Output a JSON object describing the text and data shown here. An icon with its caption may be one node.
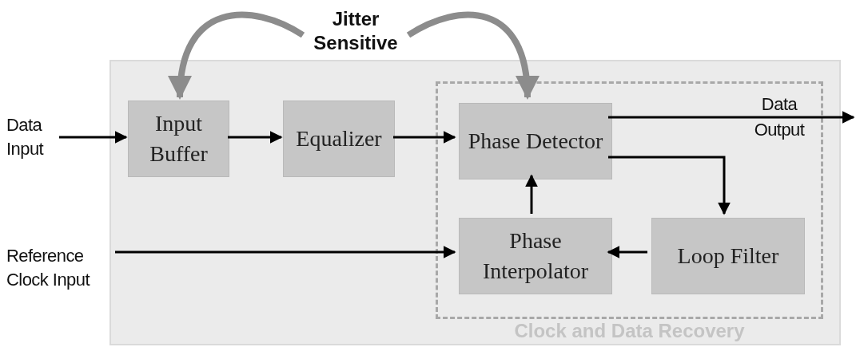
{
  "diagram": {
    "nodes": [
      {
        "text": [],
        "shape": "box"
      },
      {
        "text": [
          "Data Input"
        ]
      },
      {
        "text": [
          "Input Buffer"
        ],
        "in": 0
      },
      {
        "text": [
          "Equalizer"
        ],
        "in": 0
      },
      {
        "text": [
          "Clock and Data Recovery"
        ],
        "in": 0
      },
      {
        "text": [
          "Phase Detector"
        ],
        "in": 4
      },
      {
        "text": [
          "Phase Interpolator"
        ],
        "in": 4
      },
      {
        "text": [
          "Loop Filter"
        ],
        "in": 4
      },
      {
        "text": [
          "Reference Clock Input"
        ]
      },
      {
        "text": [
          "Jitter Sensitive"
        ]
      }
    ],
    "edges": [
      {
        "from": 1,
        "to": 2,
        "arrow": "to"
      },
      {
        "from": 2,
        "to": 3,
        "arrow": "to"
      },
      {
        "from": 3,
        "to": 5,
        "arrow": "to"
      },
      {
        "from": 5,
        "to": null,
        "arrow": "to",
        "label": "Data Output"
      },
      {
        "from": 5,
        "to": 7,
        "arrow": "to"
      },
      {
        "from": 6,
        "to": 5,
        "arrow": "to"
      },
      {
        "from": 7,
        "to": 6,
        "arrow": "to"
      },
      {
        "from": 8,
        "to": 6,
        "arrow": "to"
      },
      {
        "from": 9,
        "to": 2,
        "arrow": "to",
        "style": "thick",
        "color": "#8c8c8c"
      },
      {
        "from": 9,
        "to": 5,
        "arrow": "to",
        "style": "thick",
        "color": "#8c8c8c"
      }
    ]
  }
}
